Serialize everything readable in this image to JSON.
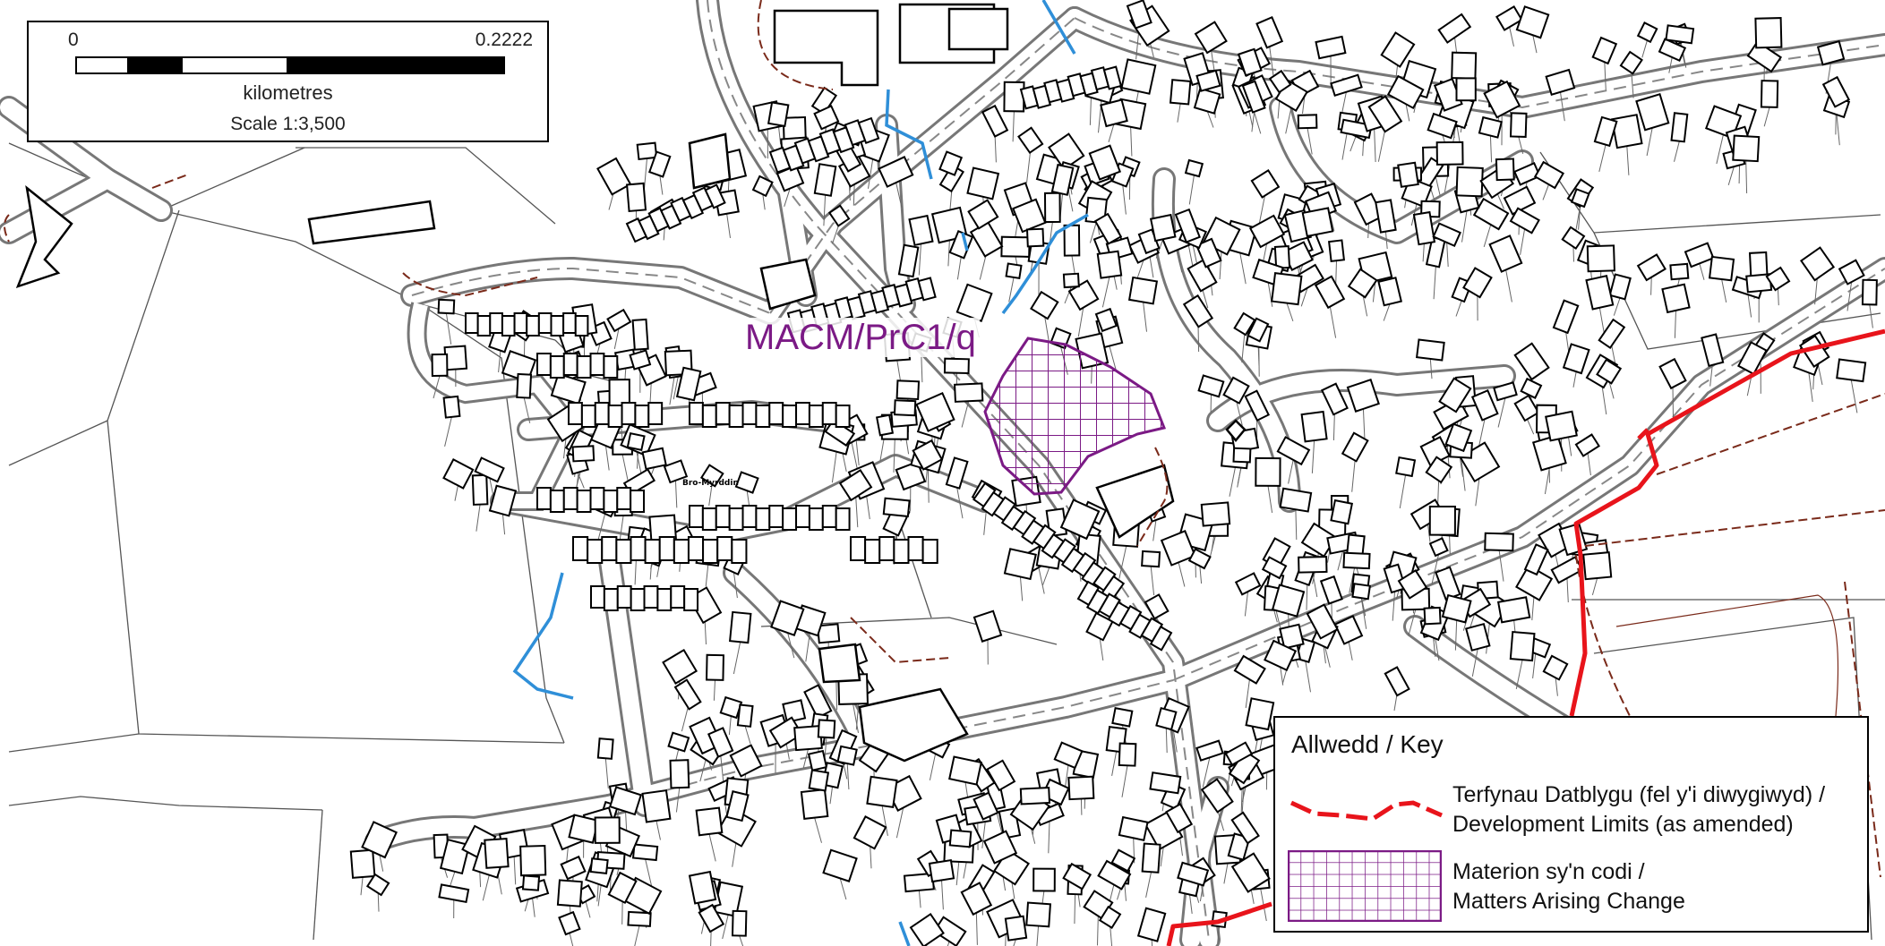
{
  "scale": {
    "min_label": "0",
    "max_label": "0.2222",
    "unit": "kilometres",
    "ratio": "Scale 1:3,500"
  },
  "site_label": "MACM/PrC1/q",
  "place_labels": {
    "bro_myrddin": "Bro-Myrddin"
  },
  "key": {
    "title": "Allwedd / Key",
    "items": [
      {
        "line1": "Terfynau Datblygu (fel y'i diwygiwyd) /",
        "line2": "Development Limits (as amended)",
        "symbol": "red-dashed-line"
      },
      {
        "line1": "Materion sy'n codi /",
        "line2": "Matters Arising Change",
        "symbol": "purple-hatch-grid"
      }
    ]
  },
  "colors": {
    "development_limits": "#e8141b",
    "matters_arising": "#7b1a85",
    "watercourse": "#2f8fd8",
    "path": "#7a2a1a"
  }
}
